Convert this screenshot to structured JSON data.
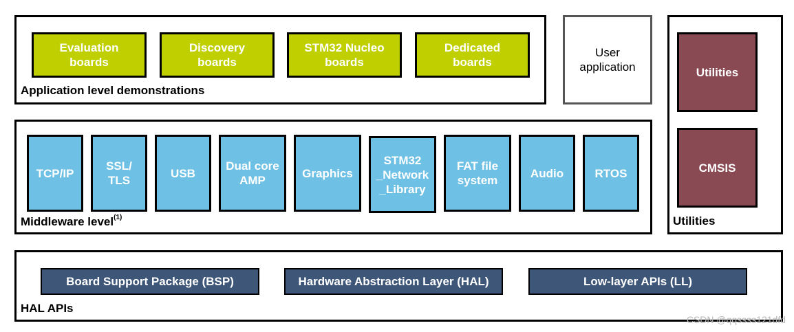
{
  "app": {
    "label": "Application level demonstrations",
    "boards": [
      "Evaluation\nboards",
      "Discovery\nboards",
      "STM32 Nucleo\nboards",
      "Dedicated\nboards"
    ]
  },
  "user_application": "User\napplication",
  "middleware": {
    "label": "Middleware level",
    "footnote": "(1)",
    "items": [
      "TCP/IP",
      "SSL/\nTLS",
      "USB",
      "Dual core\nAMP",
      "Graphics",
      "STM32\n_Network\n_Library",
      "FAT file\nsystem",
      "Audio",
      "RTOS"
    ]
  },
  "utilities": {
    "label": "Utilities",
    "items": [
      "Utilities",
      "CMSIS"
    ]
  },
  "hal": {
    "label": "HAL APIs",
    "items": [
      "Board Support Package (BSP)",
      "Hardware Abstraction Layer (HAL)",
      "Low-layer APIs (LL)"
    ]
  },
  "watermark": "CSDN @qqssss121dfd",
  "colors": {
    "boards": "#bfcf00",
    "middleware": "#6ec1e4",
    "utilities": "#894a54",
    "hal": "#3e5677"
  }
}
